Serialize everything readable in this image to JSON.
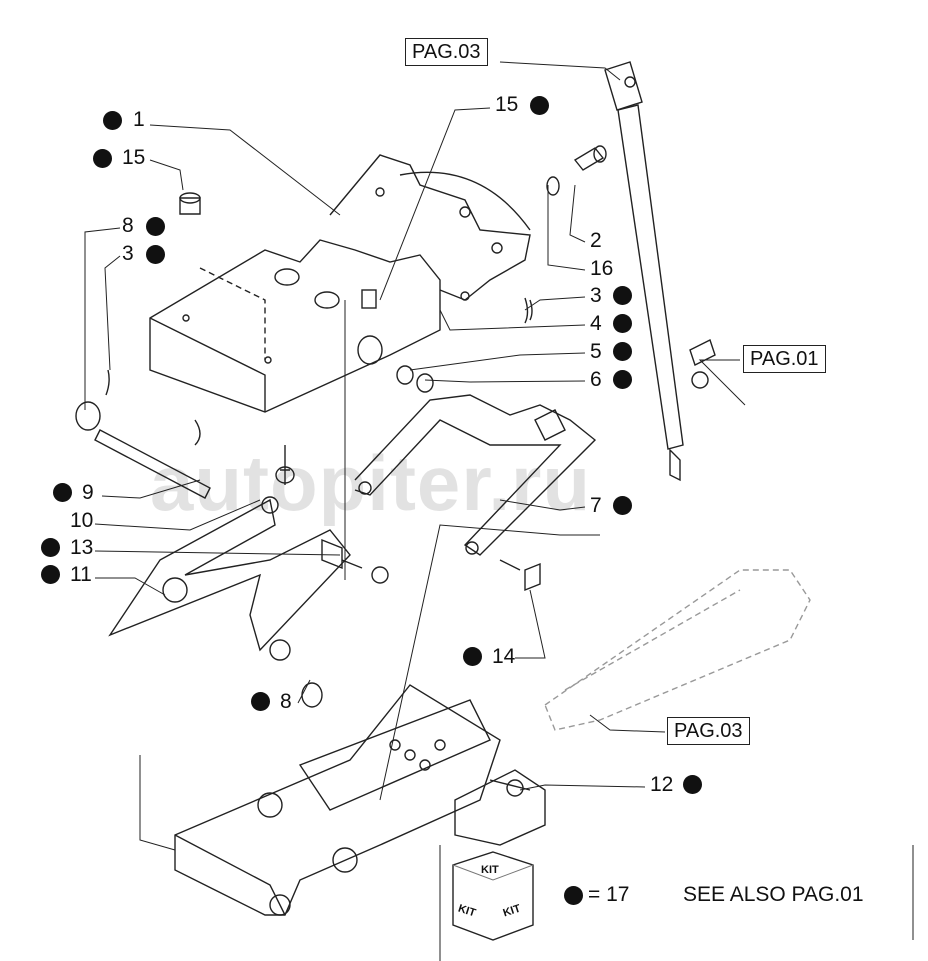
{
  "watermark": "autopiter.ru",
  "references": {
    "top": "PAG.03",
    "right": "PAG.01",
    "bottom": "PAG.03"
  },
  "callouts": {
    "c1": "1",
    "c15a": "15",
    "c15b": "15",
    "c8a": "8",
    "c3a": "3",
    "c2": "2",
    "c16": "16",
    "c3b": "3",
    "c4": "4",
    "c5": "5",
    "c6": "6",
    "c9": "9",
    "c10": "10",
    "c13": "13",
    "c11": "11",
    "c7": "7",
    "c14": "14",
    "c8b": "8",
    "c12": "12"
  },
  "legend": {
    "kit_label": "KIT",
    "kit_equals": "= 17",
    "see_also": "SEE ALSO PAG.01"
  }
}
